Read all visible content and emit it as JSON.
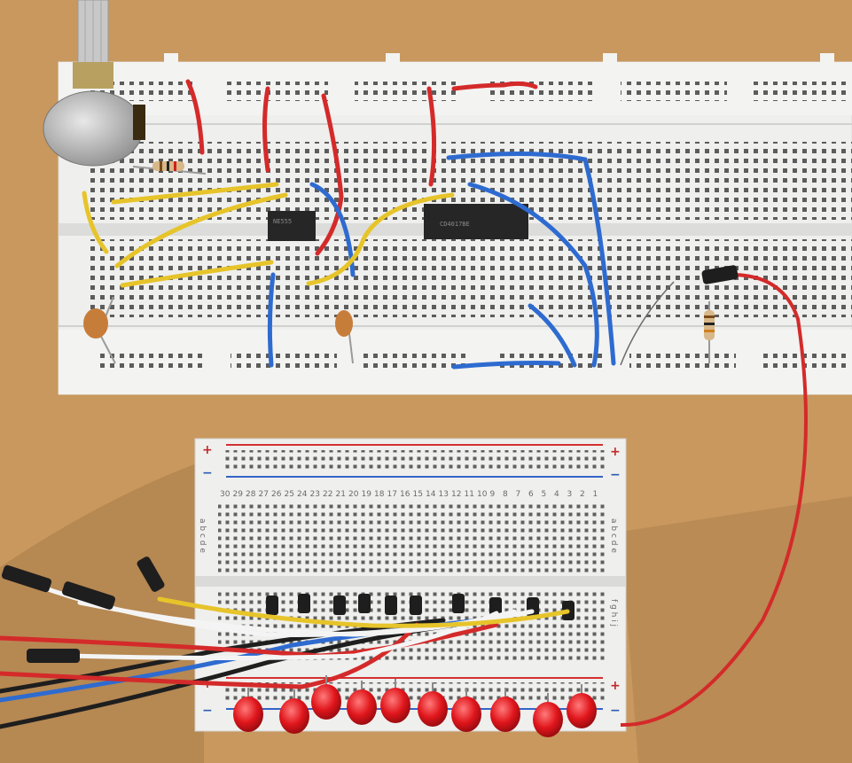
{
  "scene": {
    "colors": {
      "table": "#c9985e",
      "breadboard": "#eeeeec",
      "wire_red": "#d42a2a",
      "wire_blue": "#2e6bd0",
      "wire_yellow": "#e6c42a",
      "wire_white": "#f4f4f4",
      "chip": "#262626",
      "led": "#e0161c"
    },
    "large_board": {
      "chip_left_label": "NE555",
      "chip_right_label": "CD4017BE"
    },
    "small_board": {
      "rail_plus": "+",
      "rail_minus": "−",
      "row_letters_top": "a b c d e",
      "row_letters_bottom": "f g h i j",
      "column_numbers": [
        "30",
        "29",
        "28",
        "27",
        "26",
        "25",
        "24",
        "23",
        "22",
        "21",
        "20",
        "19",
        "18",
        "17",
        "16",
        "15",
        "14",
        "13",
        "12",
        "11",
        "10",
        "9",
        "8",
        "7",
        "6",
        "5",
        "4",
        "3",
        "2",
        "1"
      ]
    },
    "led_count": 10
  }
}
